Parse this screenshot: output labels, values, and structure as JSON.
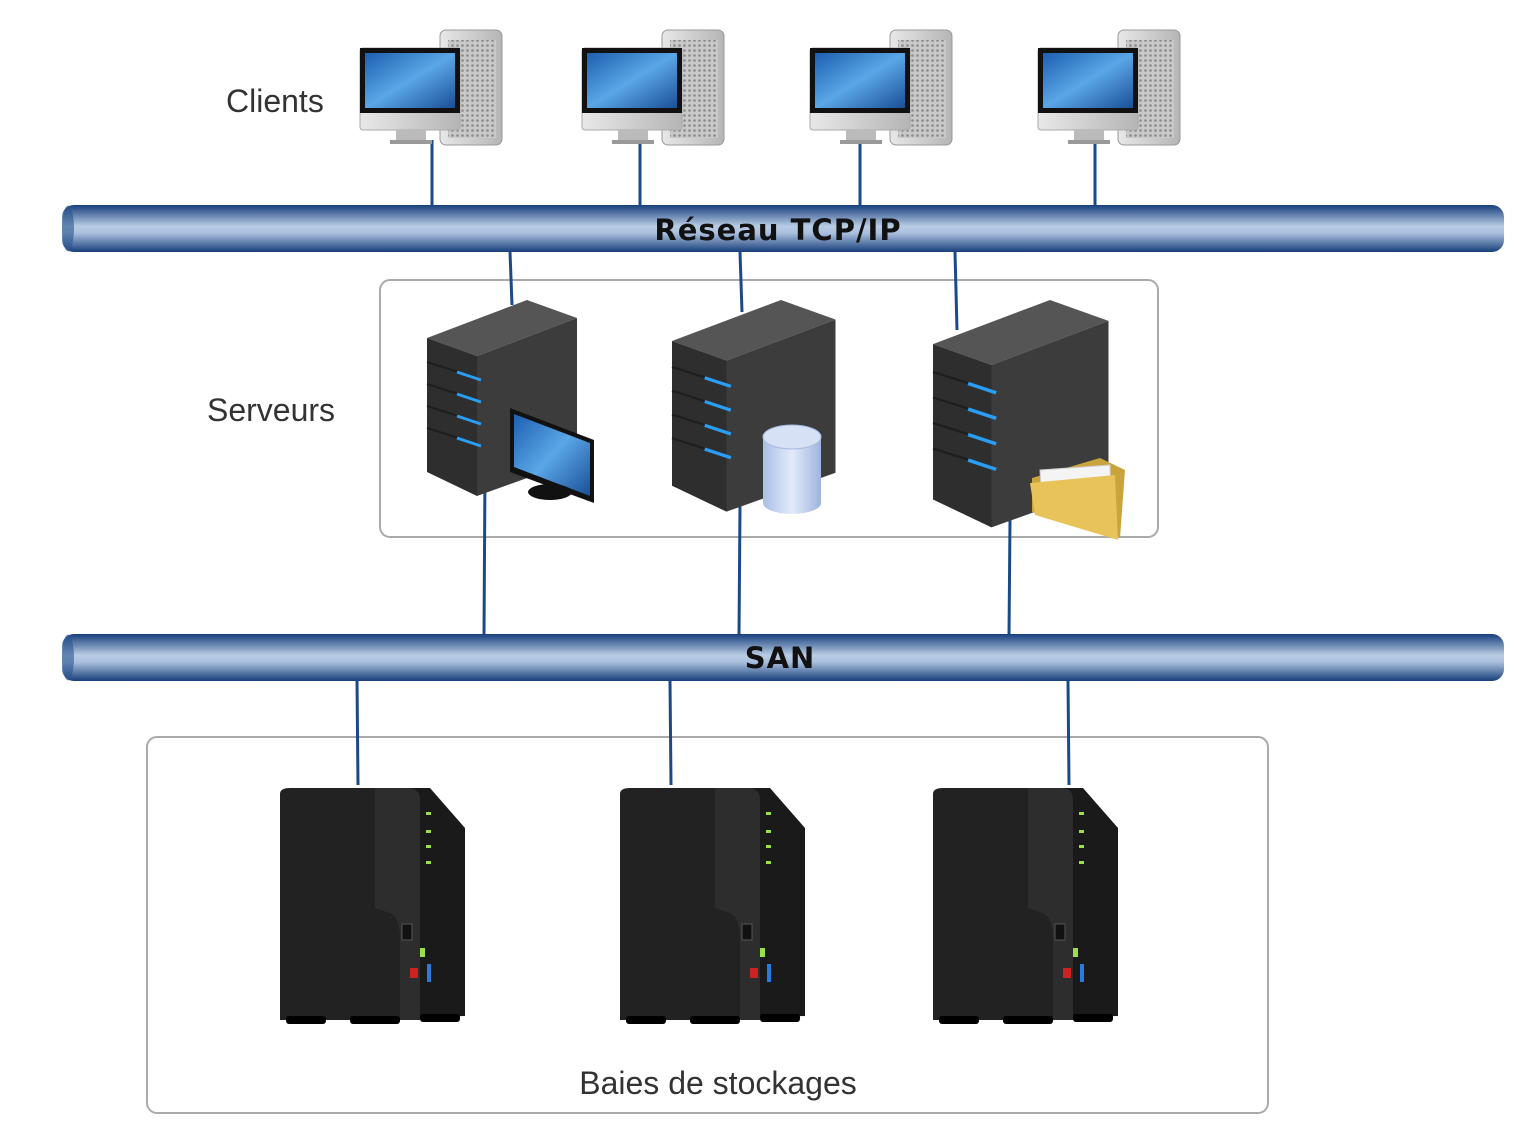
{
  "labels": {
    "clients": "Clients",
    "servers": "Serveurs",
    "storage": "Baies de stockages"
  },
  "networks": {
    "lan": "Réseau TCP/IP",
    "san": "SAN"
  },
  "nodes": {
    "clients": [
      "client-workstation",
      "client-workstation",
      "client-workstation",
      "client-workstation"
    ],
    "servers": [
      {
        "type": "server",
        "badge": "monitor-icon"
      },
      {
        "type": "server",
        "badge": "database-icon"
      },
      {
        "type": "server",
        "badge": "folder-icon"
      }
    ],
    "storage": [
      "nas-enclosure",
      "nas-enclosure",
      "nas-enclosure"
    ]
  },
  "colors": {
    "pipe": "#1a4a8a",
    "cable": "#1a4a8a",
    "server_led": "#2a9df4",
    "nas_led": "#9be04a"
  }
}
